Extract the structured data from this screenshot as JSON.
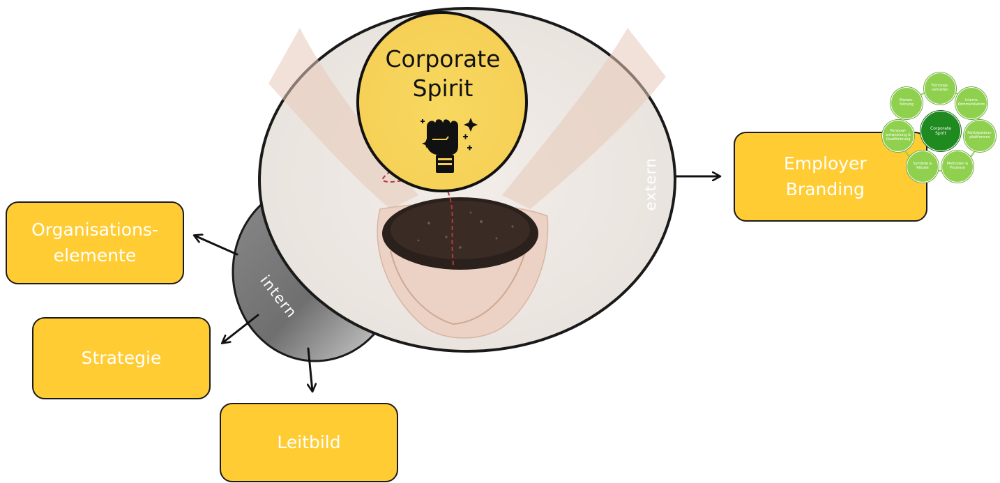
{
  "center": {
    "title_line1": "Corporate",
    "title_line2": "Spirit"
  },
  "tabs": {
    "intern": "intern",
    "extern": "extern"
  },
  "boxes": {
    "organisationselemente": {
      "line1": "Organisations-",
      "line2": "elemente"
    },
    "strategie": {
      "label": "Strategie"
    },
    "leitbild": {
      "label": "Leitbild"
    },
    "employer_branding": {
      "line1": "Employer",
      "line2": "Branding"
    }
  },
  "mini_diagram": {
    "center": {
      "line1": "Corporate",
      "line2": "Spirit"
    },
    "nodes": [
      {
        "line1": "Führungs-",
        "line2": "verhalten"
      },
      {
        "line1": "Interne",
        "line2": "Kommunikation"
      },
      {
        "line1": "Partizipations-",
        "line2": "plattformen"
      },
      {
        "line1": "Methoden &",
        "line2": "Prozesse"
      },
      {
        "line1": "Symbole &",
        "line2": "Rituale"
      },
      {
        "line1": "Personal-",
        "line2": "entwicklung &",
        "line3": "Qualifizierung"
      },
      {
        "line1": "Marken-",
        "line2": "führung"
      }
    ]
  },
  "colors": {
    "box_fill": "#ffcc33",
    "box_text": "#ffffff",
    "spirit_circle": "#f7d36b",
    "tab_gray": "#8a8a8a",
    "mini_node_green": "#8fd14f",
    "mini_center_green": "#1f8a1f"
  }
}
